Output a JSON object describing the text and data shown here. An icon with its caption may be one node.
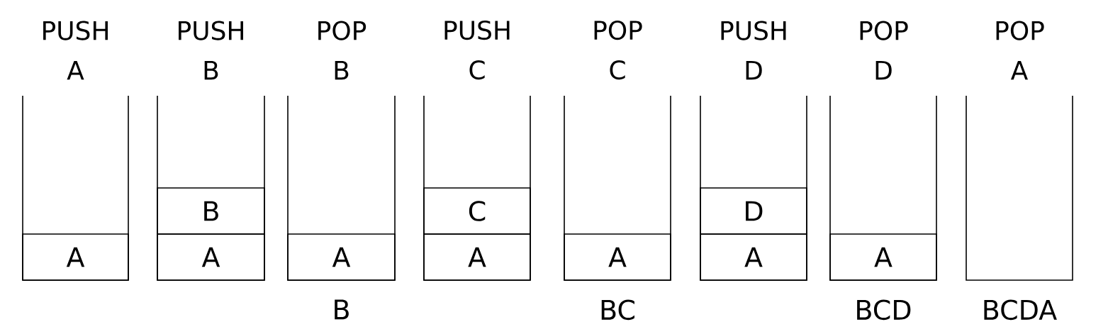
{
  "diagram": {
    "nodes": [
      {
        "text": [
          "PUSH A"
        ]
      },
      {
        "text": [
          "A"
        ],
        "in": 0
      },
      {
        "text": [
          "PUSH B"
        ]
      },
      {
        "text": [
          "B"
        ],
        "in": 2
      },
      {
        "text": [
          "A"
        ],
        "in": 2
      },
      {
        "text": [
          "POP B"
        ],
        "beside": [
          "B"
        ]
      },
      {
        "text": [
          "A"
        ],
        "in": 5
      },
      {
        "text": [
          "PUSH C"
        ]
      },
      {
        "text": [
          "C"
        ],
        "in": 7
      },
      {
        "text": [
          "A"
        ],
        "in": 7
      },
      {
        "text": [
          "POP C"
        ],
        "beside": [
          "BC"
        ]
      },
      {
        "text": [
          "A"
        ],
        "in": 10
      },
      {
        "text": [
          "PUSH D"
        ]
      },
      {
        "text": [
          "D"
        ],
        "in": 12
      },
      {
        "text": [
          "A"
        ],
        "in": 12
      },
      {
        "text": [
          "POP D"
        ],
        "beside": [
          "BCD"
        ]
      },
      {
        "text": [
          "A"
        ],
        "in": 15
      },
      {
        "text": [
          "POP A"
        ],
        "beside": [
          "BCDA"
        ]
      }
    ]
  }
}
